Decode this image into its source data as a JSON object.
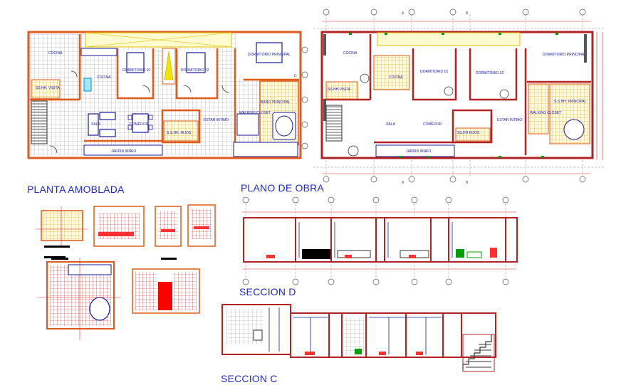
{
  "titles": {
    "planta_amoblada": "PLANTA AMOBLADA",
    "plano_de_obra": "PLANO DE OBRA",
    "seccion_d": "SECCION D",
    "seccion_c": "SECCION C"
  },
  "furnished_plan_labels": {
    "cocina": "COCINA",
    "dormitorio_01": "DORMITORIO 01",
    "dormitorio_02": "DORMITORIO 02",
    "dormitorio_principal": "DORMITORIO PRINCIPAL",
    "ss_hh_visita": "SS.HH. VISITA",
    "sala": "SALA",
    "comedor": "COMEDOR",
    "ss_hh_hijos": "S.S.HH. HIJOS",
    "estar_intimo": "ESTAR INTIMO",
    "bano_principal": "BAÑO PRINCIPAL",
    "walking_closet": "WALKING CLOSET",
    "jardin": "JARDIN INNEO"
  },
  "work_plan_labels": {
    "cocina": "COCINA",
    "dormitorio_01": "DORMITORIO 01",
    "dormitorio_02": "DORMITORIO 02",
    "dormitorio_principal": "DORMITORIO PRINCIPAL",
    "ss_hh_visita": "SS.HH VISITA",
    "sala": "SALA",
    "comedor": "COMEDOR",
    "ss_hh_hijos": "SS.HH HIJOS",
    "estar_intimo": "ESTAR INTIMO",
    "ss_hh_principal": "S.S.HH. PRINCIPAL",
    "walking_closet": "WALKING CLOSET",
    "jardin": "JARDIN INNEO"
  },
  "axis_markers": {
    "section_a": "A",
    "section_b": "B",
    "section_d": "D"
  },
  "colors": {
    "wall": "#e05a1a",
    "wall_dark": "#b22222",
    "floor_tile": "#9a9a9a",
    "furniture": "#1a1aa0",
    "highlight_yellow": "#f2e600",
    "red_fill": "#ff0000",
    "green_fill": "#00a000",
    "grid_line": "#888888",
    "title_blue": "#1f2ad0"
  }
}
